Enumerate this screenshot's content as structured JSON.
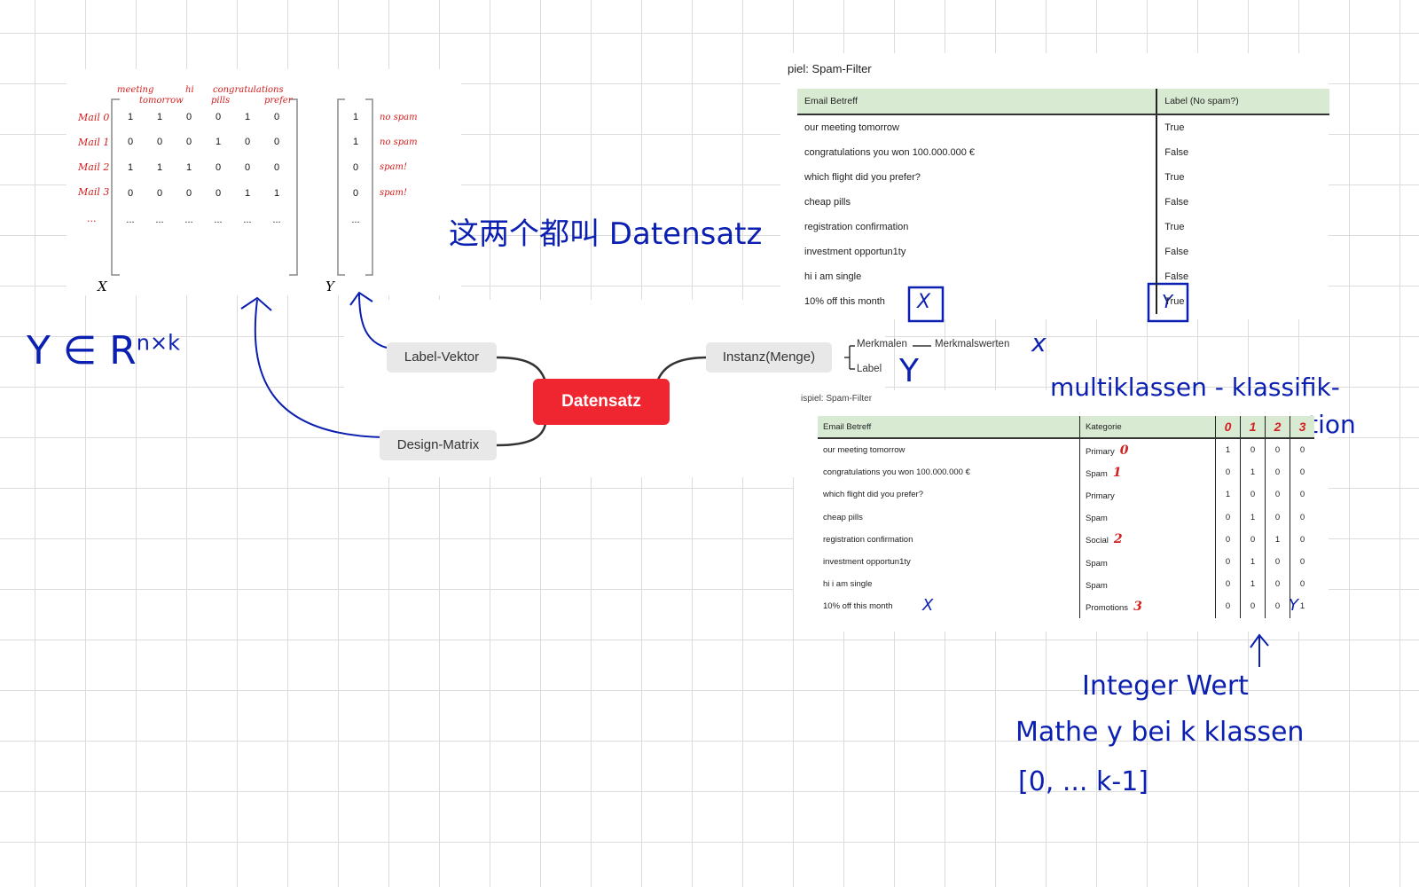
{
  "matrix": {
    "header_words_top": [
      "meeting",
      "hi",
      "congratulations"
    ],
    "header_words_bottom": [
      "tomorrow",
      "pills",
      "prefer"
    ],
    "row_labels": [
      "Mail 0",
      "Mail 1",
      "Mail 2",
      "Mail 3",
      "..."
    ],
    "rows": [
      [
        "1",
        "1",
        "0",
        "0",
        "1",
        "0"
      ],
      [
        "0",
        "0",
        "0",
        "1",
        "0",
        "0"
      ],
      [
        "1",
        "1",
        "1",
        "0",
        "0",
        "0"
      ],
      [
        "0",
        "0",
        "0",
        "0",
        "1",
        "1"
      ],
      [
        "...",
        "...",
        "...",
        "...",
        "...",
        "..."
      ]
    ],
    "x_label": "X",
    "y_vector": [
      "1",
      "1",
      "0",
      "0",
      "..."
    ],
    "y_labels": [
      "no spam",
      "no spam",
      "spam!",
      "spam!"
    ],
    "y_label": "Y"
  },
  "handwriting": {
    "ymath": "Y ∈ R",
    "ymath_sup": "n×k",
    "both_datensatz": "这两个都叫 Datensatz",
    "x_mark_feat": "x",
    "y_mark_label": "Y",
    "table1_x_box": "X",
    "table1_y_box": "Y",
    "multiklassen_line1": "multiklassen - klassifik-",
    "multiklassen_line2": "ation",
    "table2_x": "X",
    "table2_y": "Y",
    "integer_wert": "Integer Wert",
    "mathe_line": "Mathe y bei k klassen",
    "range_line": "[0, ... k-1]"
  },
  "mindmap": {
    "root": "Datensatz",
    "label_vektor": "Label-Vektor",
    "design_matrix": "Design-Matrix",
    "instanz": "Instanz(Menge)",
    "merkmalen": "Merkmalen",
    "merkmalswerten": "Merkmalswerten",
    "label": "Label"
  },
  "table1": {
    "caption": "piel: Spam-Filter",
    "headers": [
      "Email Betreff",
      "Label (No spam?)"
    ],
    "rows": [
      [
        "our meeting tomorrow",
        "True"
      ],
      [
        "congratulations you won 100.000.000 €",
        "False"
      ],
      [
        "which flight did you prefer?",
        "True"
      ],
      [
        "cheap pills",
        "False"
      ],
      [
        "registration confirmation",
        "True"
      ],
      [
        "investment opportun1ty",
        "False"
      ],
      [
        "hi i am single",
        "False"
      ],
      [
        "10% off this month",
        "True"
      ]
    ]
  },
  "table2": {
    "caption": "ispiel: Spam-Filter",
    "headers": [
      "Email Betreff",
      "Kategorie",
      "0",
      "1",
      "2",
      "3"
    ],
    "category_marks": [
      "0",
      "1",
      "",
      "",
      "2",
      "",
      "",
      "3"
    ],
    "rows": [
      [
        "our meeting tomorrow",
        "Primary",
        "1",
        "0",
        "0",
        "0"
      ],
      [
        "congratulations you won 100.000.000 €",
        "Spam",
        "0",
        "1",
        "0",
        "0"
      ],
      [
        "which flight did you prefer?",
        "Primary",
        "1",
        "0",
        "0",
        "0"
      ],
      [
        "cheap pills",
        "Spam",
        "0",
        "1",
        "0",
        "0"
      ],
      [
        "registration confirmation",
        "Social",
        "0",
        "0",
        "1",
        "0"
      ],
      [
        "investment opportun1ty",
        "Spam",
        "0",
        "1",
        "0",
        "0"
      ],
      [
        "hi i am single",
        "Spam",
        "0",
        "1",
        "0",
        "0"
      ],
      [
        "10% off this month",
        "Promotions",
        "0",
        "0",
        "0",
        "1"
      ]
    ]
  },
  "colors": {
    "ink": "#0b1fb0",
    "accent_red": "#d42020",
    "root_red": "#ef2630",
    "header_green": "#d9ead3"
  }
}
